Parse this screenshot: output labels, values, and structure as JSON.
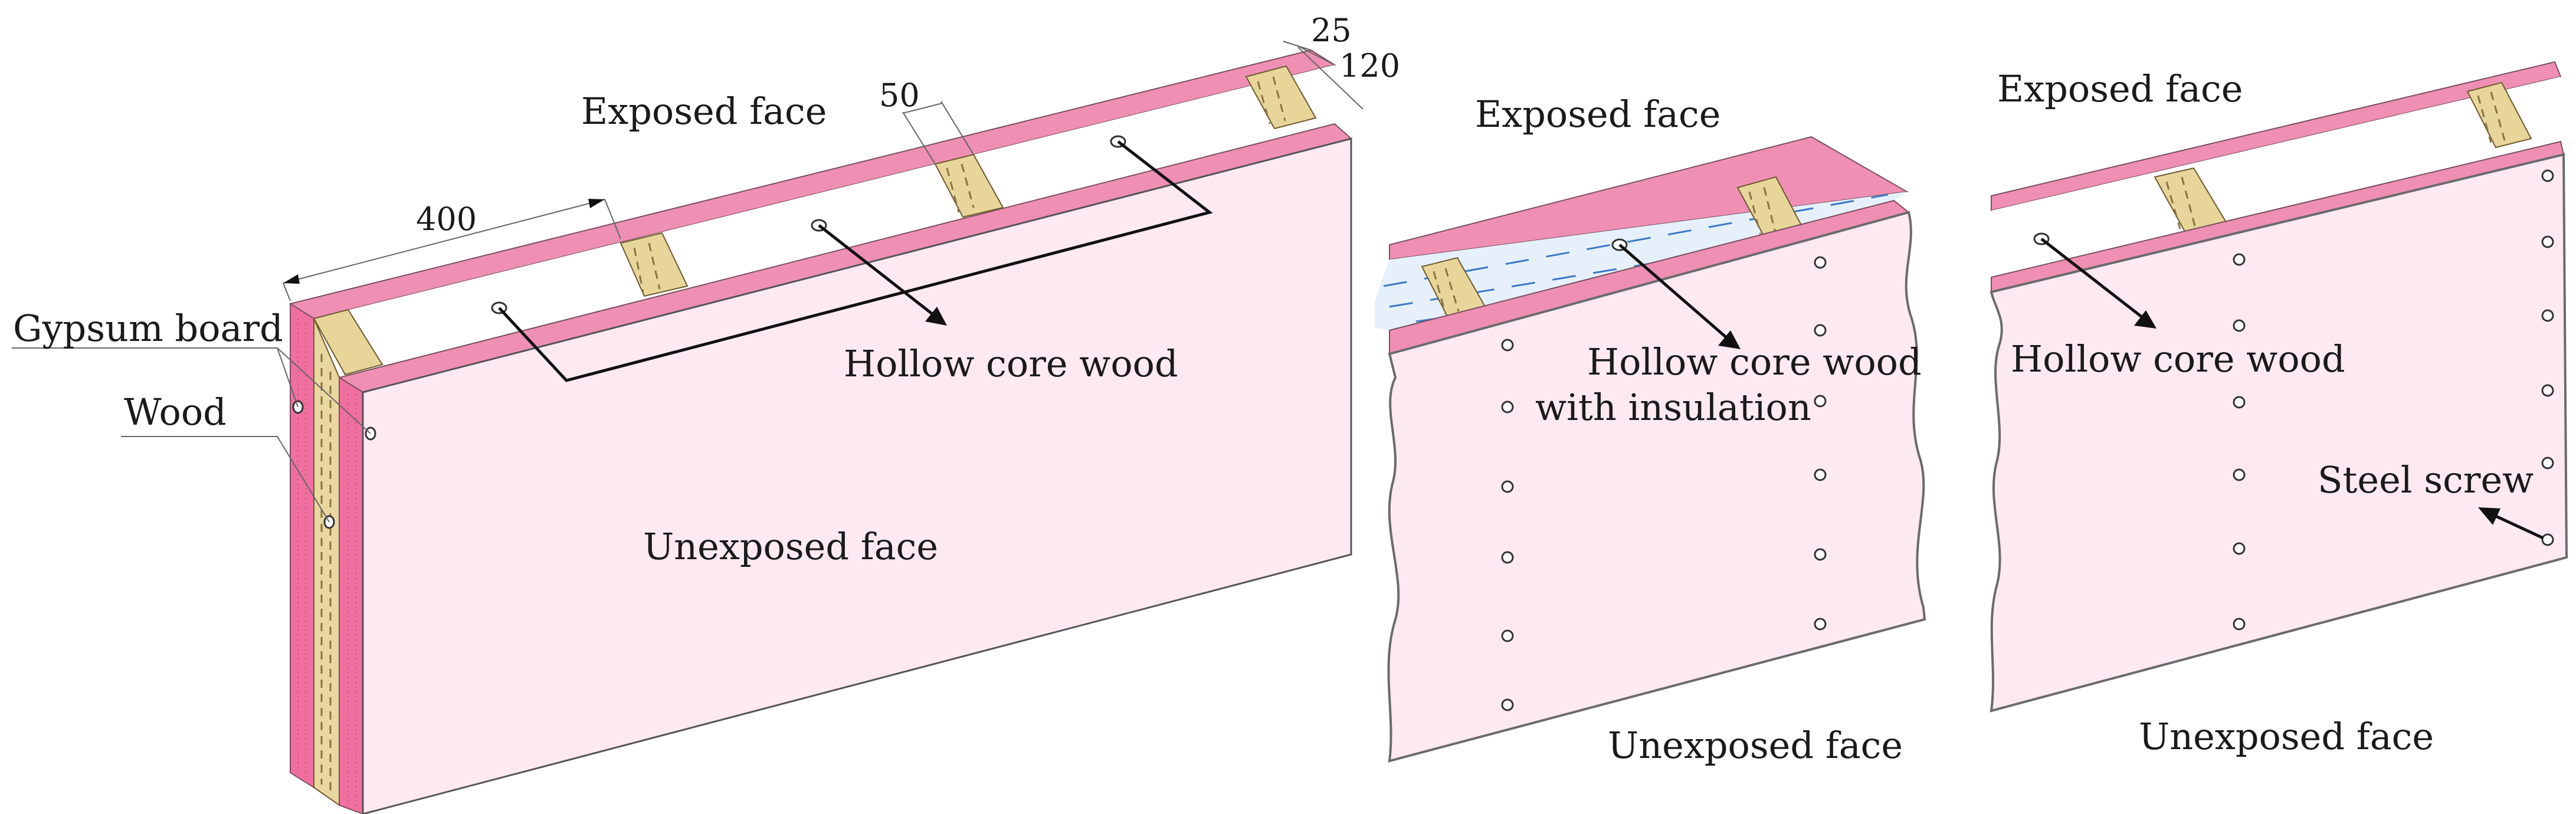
{
  "labels": {
    "exposed_face": "Exposed face",
    "unexposed_face": "Unexposed face",
    "gypsum_board": "Gypsum board",
    "wood": "Wood",
    "hollow_core_wood": "Hollow core wood",
    "hollow_core_wood_insulation_line1": "Hollow core wood",
    "hollow_core_wood_insulation_line2": "with insulation",
    "steel_screw": "Steel screw"
  },
  "dimensions": {
    "stud_spacing": "400",
    "stud_width": "50",
    "board_thickness": "25",
    "wall_thickness": "120"
  },
  "colors": {
    "gypsum": "#ef8fb3",
    "face": "#fde9f1",
    "wood": "#e8d59a",
    "insulation_dash": "#3c78c8"
  }
}
